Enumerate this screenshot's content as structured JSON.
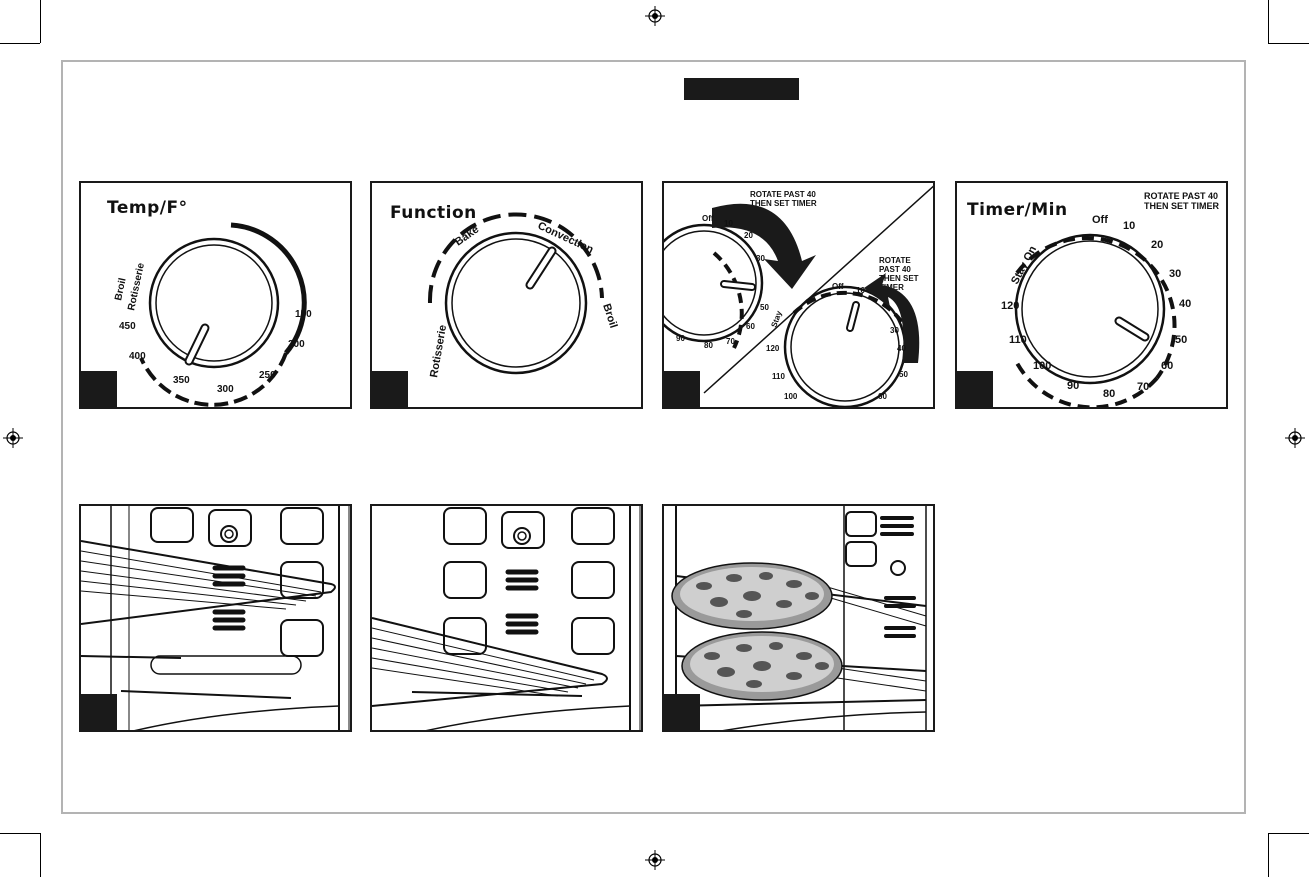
{
  "temp_dial": {
    "title": "Temp/F°",
    "labels": [
      "Broil",
      "Rotisserie",
      "450",
      "400",
      "350",
      "300",
      "250",
      "200",
      "150"
    ]
  },
  "function_dial": {
    "title": "Function",
    "labels": [
      "Rotisserie",
      "Bake",
      "Convection",
      "Broil"
    ]
  },
  "timer_setting": {
    "note_a": [
      "ROTATE PAST 40",
      "THEN SET TIMER"
    ],
    "note_b": [
      "ROTATE PAST 40",
      "THEN SET TIMER"
    ],
    "dial_a_labels": [
      "Off",
      "10",
      "20",
      "30",
      "50",
      "60",
      "70",
      "80",
      "90"
    ],
    "dial_b_labels": [
      "Off",
      "10",
      "30",
      "40",
      "50",
      "60",
      "120",
      "110",
      "100",
      "Stay"
    ]
  },
  "timer_dial": {
    "title": "Timer/Min",
    "note": [
      "ROTATE PAST 40",
      "THEN SET TIMER"
    ],
    "labels": [
      "Stay On",
      "Off",
      "10",
      "20",
      "30",
      "40",
      "50",
      "60",
      "70",
      "80",
      "90",
      "100",
      "110",
      "120"
    ]
  },
  "colors": {
    "ink": "#1a1a1a",
    "frame": "#b3b3b3",
    "pizza": "#9a9a9a",
    "pepperoni": "#555555"
  }
}
